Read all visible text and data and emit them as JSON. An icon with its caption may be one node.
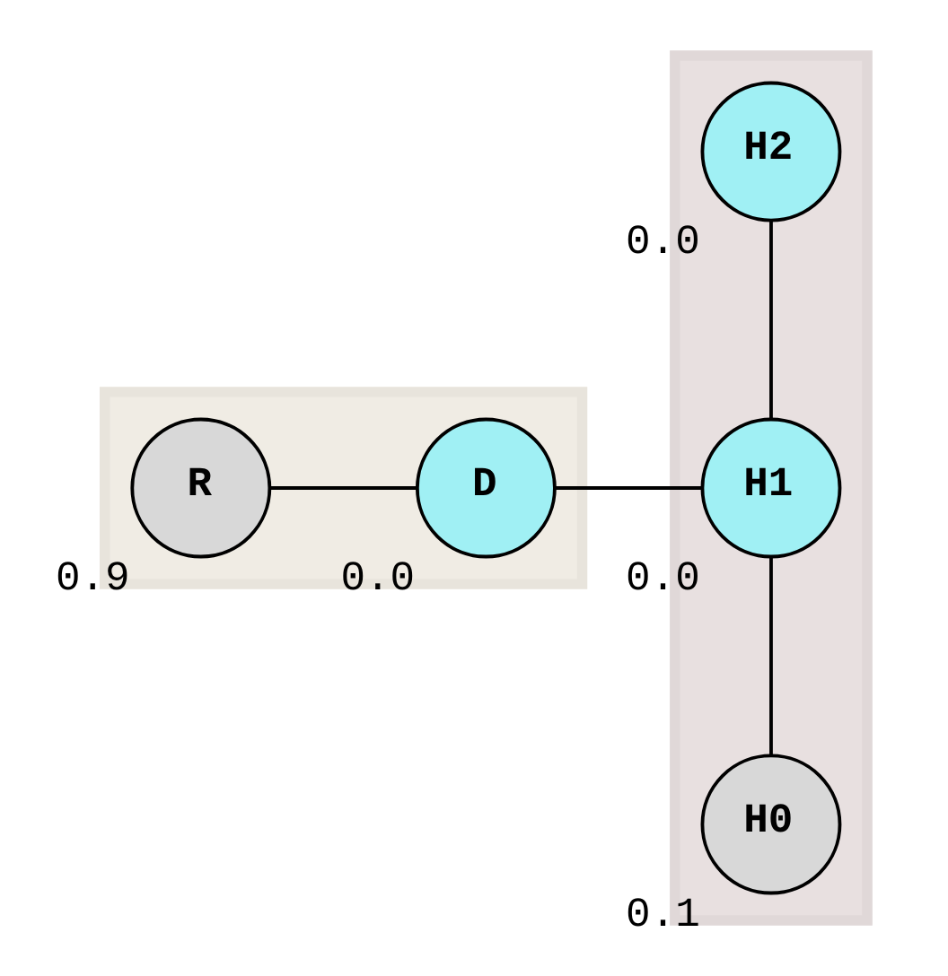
{
  "diagram": {
    "nodes": [
      {
        "text": [],
        "shape": "box"
      },
      {
        "text": [],
        "shape": "box"
      },
      {
        "text": [
          "R"
        ],
        "in": 0,
        "beside": [
          "0.9"
        ]
      },
      {
        "text": [
          "D"
        ],
        "in": 0,
        "beside": [
          "0.0"
        ]
      },
      {
        "text": [
          "H0"
        ],
        "in": 1,
        "beside": [
          "0.1"
        ]
      },
      {
        "text": [
          "H1"
        ],
        "in": 1,
        "beside": [
          "0.0"
        ]
      },
      {
        "text": [
          "H2"
        ],
        "in": 1,
        "beside": [
          "0.0"
        ]
      }
    ],
    "edges": [
      {
        "from": 2,
        "to": 3,
        "arrow": "none"
      },
      {
        "from": 3,
        "to": 5,
        "arrow": "none"
      },
      {
        "from": 4,
        "to": 5,
        "arrow": "none"
      },
      {
        "from": 5,
        "to": 6,
        "arrow": "none"
      }
    ]
  }
}
